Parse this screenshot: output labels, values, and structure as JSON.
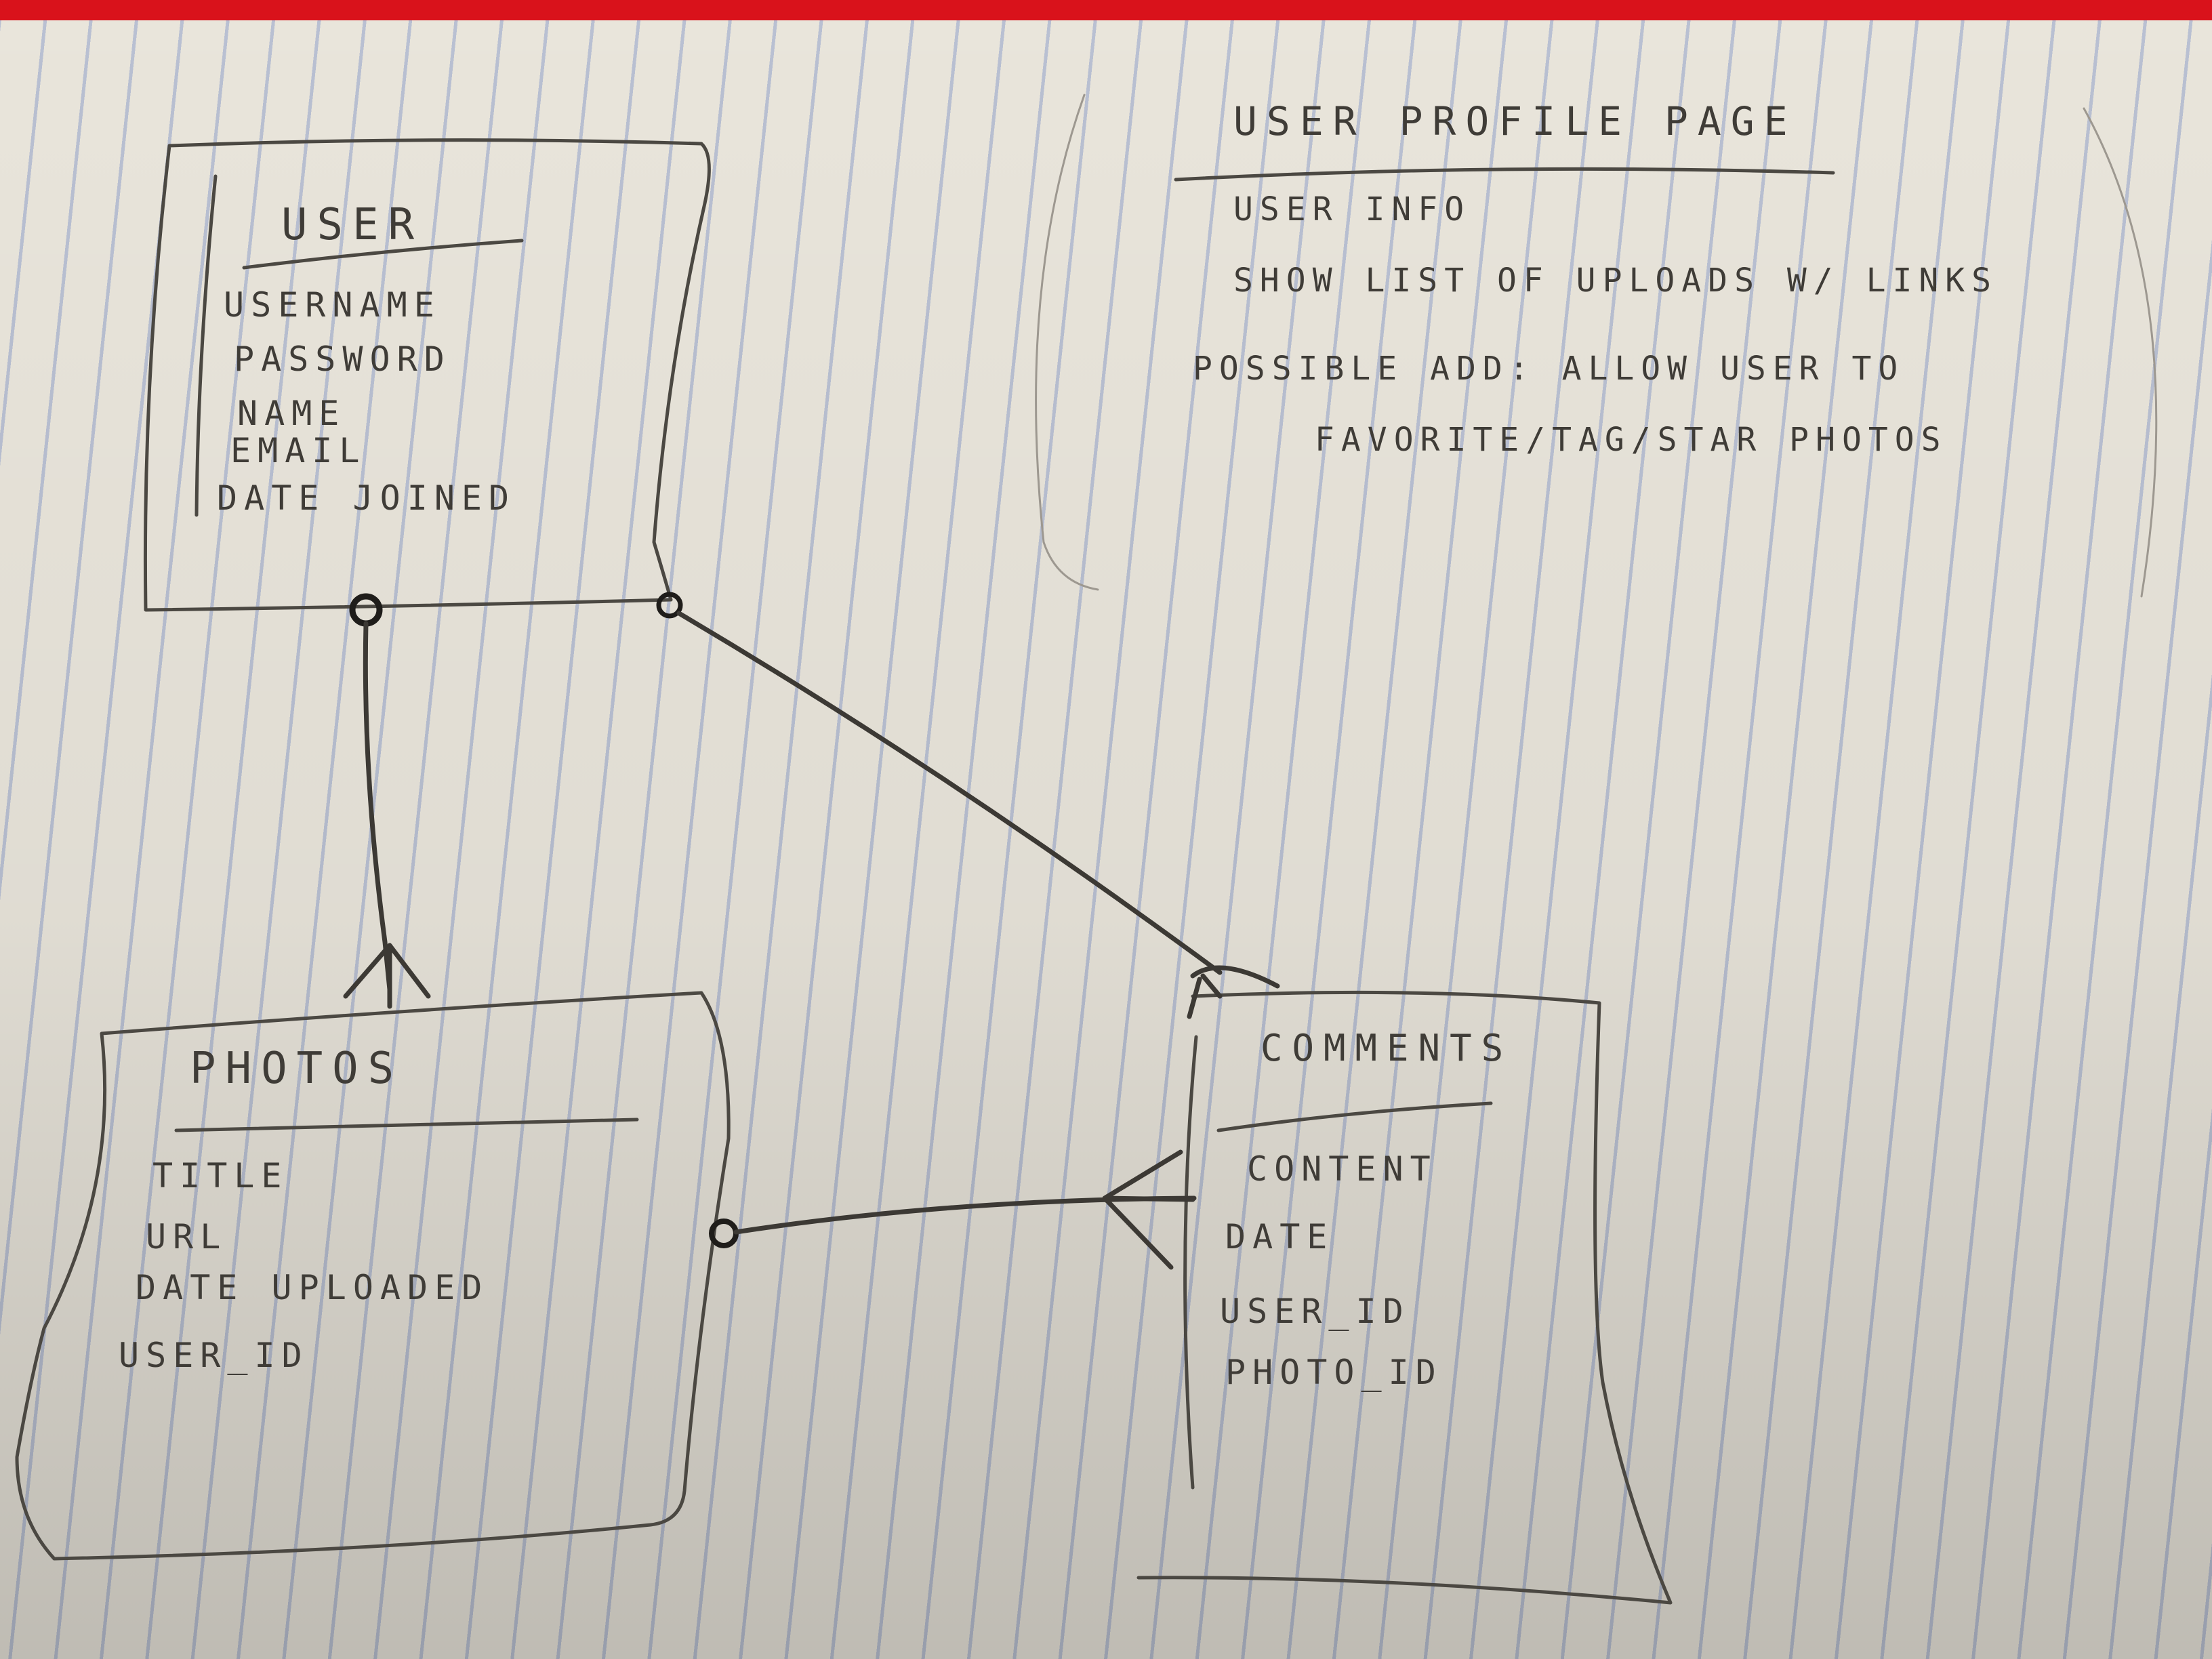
{
  "diagram": {
    "user_entity": {
      "title": "USER",
      "attributes": [
        "USERNAME",
        "PASSWORD",
        "NAME",
        "EMAIL",
        "DATE JOINED"
      ]
    },
    "photos_entity": {
      "title": "PHOTOS",
      "attributes": [
        "TITLE",
        "URL",
        "DATE UPLOADED",
        "USER_ID"
      ]
    },
    "comments_entity": {
      "title": "COMMENTS",
      "attributes": [
        "CONTENT",
        "DATE",
        "USER_ID",
        "PHOTO_ID"
      ]
    },
    "profile_note": {
      "title": "USER PROFILE PAGE",
      "lines": [
        "USER INFO",
        "SHOW LIST OF UPLOADS W/ LINKS",
        "POSSIBLE ADD: ALLOW USER TO",
        "FAVORITE/TAG/STAR PHOTOS"
      ]
    },
    "relationships": [
      {
        "from": "USER",
        "to": "PHOTOS",
        "from_end": "one",
        "to_end": "many"
      },
      {
        "from": "USER",
        "to": "COMMENTS",
        "from_end": "one",
        "to_end": "many"
      },
      {
        "from": "PHOTOS",
        "to": "COMMENTS",
        "from_end": "one",
        "to_end": "many"
      }
    ],
    "colors": {
      "paper": "#e9e5db",
      "rule_lines": "#3c5fb9",
      "red_edge": "#d9121b",
      "pencil": "#3f3c37"
    }
  }
}
